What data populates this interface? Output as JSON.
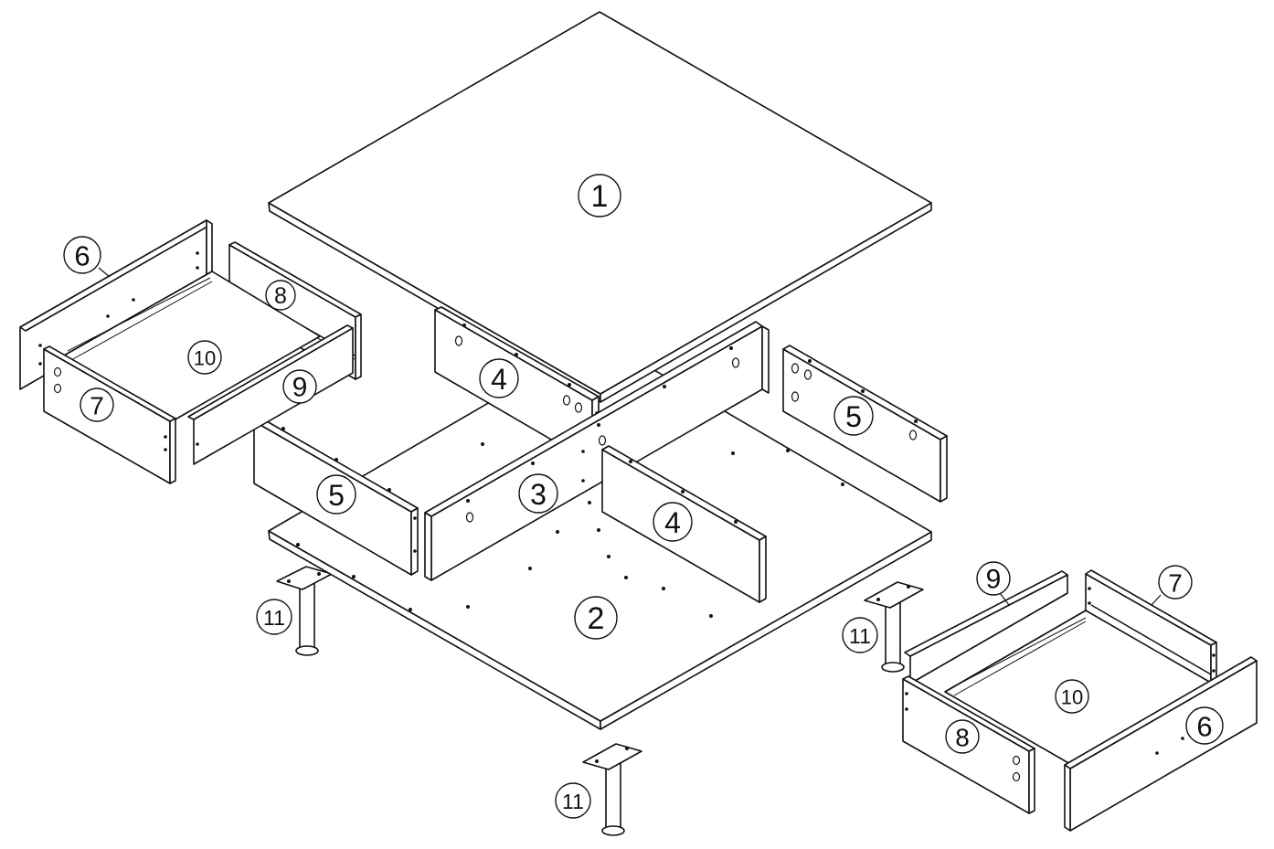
{
  "callouts": {
    "top_panel": "1",
    "bottom_panel": "2",
    "center_divider": "3",
    "inner_side_left": "4",
    "inner_side_right": "4",
    "end_panel_left": "5",
    "end_panel_right": "5",
    "left_drawer_front": "6",
    "left_drawer_back": "7",
    "left_drawer_side_a": "8",
    "left_drawer_side_b": "9",
    "left_drawer_bottom": "10",
    "right_drawer_front": "6",
    "right_drawer_back": "7",
    "right_drawer_side_a": "8",
    "right_drawer_side_b": "9",
    "right_drawer_bottom": "10",
    "leg_left": "11",
    "leg_right": "11",
    "leg_front": "11"
  }
}
